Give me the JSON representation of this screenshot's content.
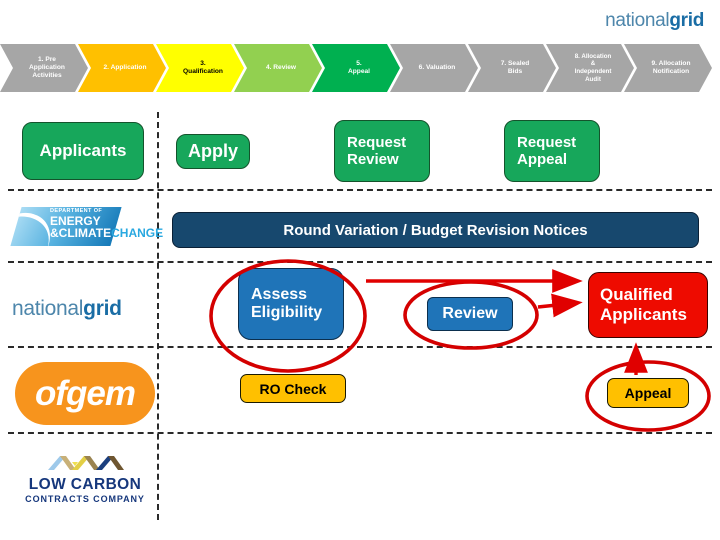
{
  "header_logo": {
    "light": "national",
    "bold": "grid"
  },
  "process_flow": {
    "steps": [
      {
        "label": "1. Pre\nApplication\nActivities",
        "color": "#a6a6a6"
      },
      {
        "label": "2. Application",
        "color": "#ffc000"
      },
      {
        "label": "3.\nQualification",
        "color": "#ffff00"
      },
      {
        "label": "4. Review",
        "color": "#92d050"
      },
      {
        "label": "5.\nAppeal",
        "color": "#00b050"
      },
      {
        "label": "6. Valuation",
        "color": "#a6a6a6"
      },
      {
        "label": "7. Sealed\nBids",
        "color": "#a6a6a6"
      },
      {
        "label": "8. Allocation\n&\nIndependent\nAudit",
        "color": "#a6a6a6"
      },
      {
        "label": "9. Allocation\nNotification",
        "color": "#a6a6a6"
      }
    ]
  },
  "lanes": {
    "applicants": {
      "actor_label": "Applicants",
      "apply_label": "Apply",
      "request_review_label": "Request\nReview",
      "request_appeal_label": "Request\nAppeal"
    },
    "decc": {
      "dept_line": "DEPARTMENT OF",
      "energy_line": "ENERGY",
      "climate_white": "&CLIMATE",
      "climate_blue": "CHANGE",
      "notice_bar": "Round Variation / Budget Revision Notices"
    },
    "national_grid": {
      "logo_light": "national",
      "logo_bold": "grid",
      "assess_label": "Assess\nEligibility",
      "review_label": "Review",
      "qualified_label": "Qualified\nApplicants"
    },
    "ofgem": {
      "logo": "ofgem",
      "ro_check_label": "RO Check",
      "appeal_label": "Appeal"
    },
    "lccc": {
      "logo_line1": "LOW CARBON",
      "logo_line2": "CONTRACTS COMPANY"
    }
  },
  "colors": {
    "box_green": "#17a75b",
    "box_blue": "#1f74b8",
    "box_red": "#ee0b00",
    "box_yellow": "#ffc000",
    "notice_navy": "#17486e",
    "annotation_red": "#d90000",
    "chevron_gray": "#a6a6a6",
    "chevron_orange": "#ffc000",
    "chevron_yellow": "#ffff00",
    "chevron_lime": "#92d050",
    "chevron_green": "#00b050",
    "logo_blue": "#1a6da5",
    "ofgem_orange": "#f7941d"
  }
}
